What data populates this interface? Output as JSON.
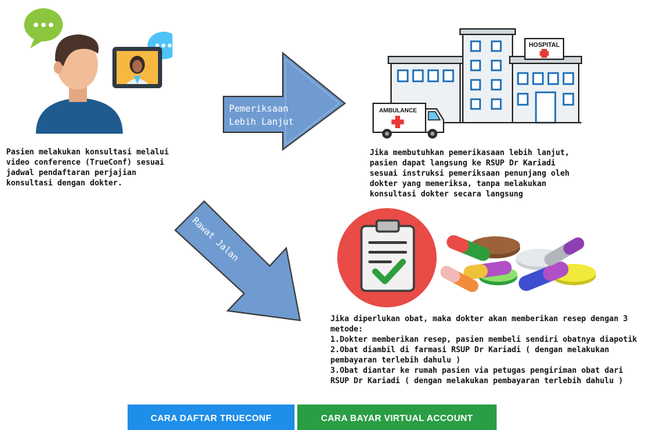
{
  "arrows": {
    "right_label_line1": "Pemeriksaan",
    "right_label_line2": "Lebih Lanjut",
    "diag_label": "Rawat Jalan"
  },
  "illustrations": {
    "hospital_sign": "HOSPITAL",
    "ambulance_label": "AMBULANCE"
  },
  "texts": {
    "consult": [
      "Pasien melakukan konsultasi melalui",
      "video conference (TrueConf) sesuai",
      "jadwal     pendaftaran     perjajian",
      "konsultasi dengan dokter."
    ],
    "exam": [
      "Jika membutuhkan pemerikasaan lebih lanjut,",
      "pasien dapat langsung ke RSUP Dr Kariadi",
      "sesuai instruksi pemeriksaan penunjang oleh",
      "dokter  yang  memeriksa,  tanpa  melakukan",
      "konsultasi dokter secara langsung"
    ],
    "meds": [
      "Jika diperlukan obat, maka dokter akan memberikan resep dengan 3",
      "metode:",
      "1.Dokter memberikan resep, pasien membeli sendiri obatnya diapotik",
      "2.Obat diambil di farmasi RSUP Dr Kariadi ( dengan melakukan",
      "pembayaran terlebih dahulu )",
      "3.Obat diantar ke rumah pasien via petugas pengiriman obat dari",
      "RSUP Dr Kariadi ( dengan melakukan pembayaran terlebih dahulu )"
    ]
  },
  "buttons": {
    "trueconf": "CARA DAFTAR TRUECONF",
    "virtual_account": "CARA BAYAR VIRTUAL ACCOUNT"
  },
  "colors": {
    "arrow_blue": "#6f9bd1",
    "button_blue": "#1e8ee8",
    "button_green": "#2a9e45",
    "bubble_green": "#8cc63f",
    "bubble_blue": "#4fc3f7"
  }
}
